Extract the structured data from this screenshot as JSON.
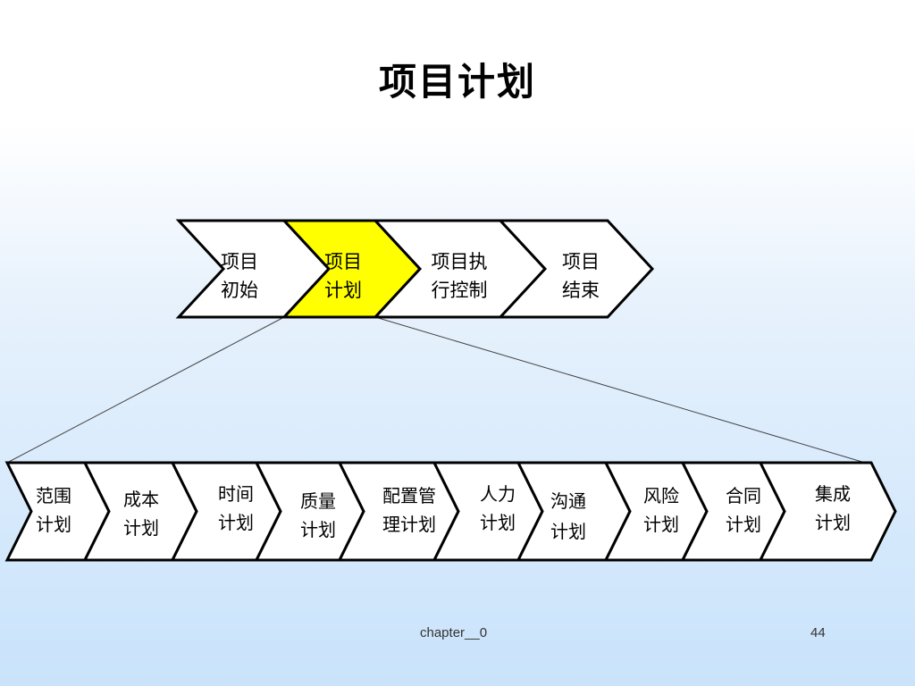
{
  "title": "项目计划",
  "phases": [
    {
      "lines": [
        "项目",
        "初始"
      ],
      "highlight": false
    },
    {
      "lines": [
        "项目",
        "计划"
      ],
      "highlight": true
    },
    {
      "lines": [
        "项目执",
        "行控制"
      ],
      "highlight": false
    },
    {
      "lines": [
        "项目",
        "结束"
      ],
      "highlight": false
    }
  ],
  "subplans": [
    {
      "lines": [
        "范围",
        "计划"
      ]
    },
    {
      "lines": [
        "成本",
        "计划"
      ]
    },
    {
      "lines": [
        "时间",
        "计划"
      ]
    },
    {
      "lines": [
        "质量",
        "计划"
      ]
    },
    {
      "lines": [
        "配置管",
        "理计划"
      ]
    },
    {
      "lines": [
        "人力",
        "计划"
      ]
    },
    {
      "lines": [
        "沟通",
        "计划"
      ]
    },
    {
      "lines": [
        "风险",
        "计划"
      ]
    },
    {
      "lines": [
        "合同",
        "计划"
      ]
    },
    {
      "lines": [
        "集成",
        "计划"
      ]
    }
  ],
  "colors": {
    "highlight": "#ffff00",
    "fill": "#ffffff",
    "stroke": "#000000"
  },
  "footer": {
    "chapter": "chapter__0",
    "page": "44"
  }
}
